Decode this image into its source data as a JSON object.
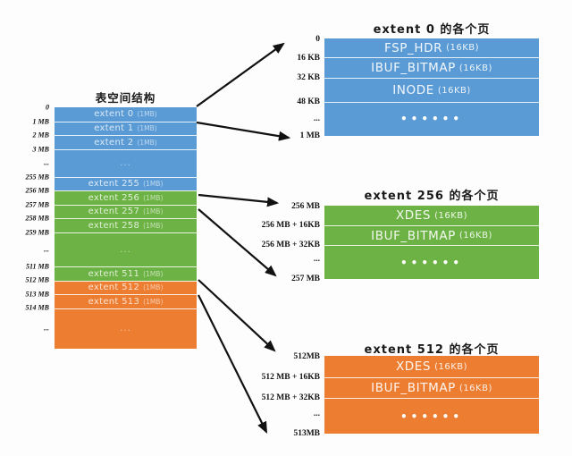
{
  "colors": {
    "blue": "#5B9BD5",
    "green": "#6CB244",
    "orange": "#ED7D31",
    "background": "#FDFDFD",
    "arrow": "#111111"
  },
  "left_panel": {
    "title": "表空间结构",
    "axis_labels": [
      "0",
      "1 MB",
      "2 MB",
      "3 MB",
      "...",
      "255 MB",
      "256 MB",
      "257 MB",
      "258 MB",
      "259 MB",
      "...",
      "511 MB",
      "512 MB",
      "513 MB",
      "514 MB",
      "..."
    ],
    "rows": [
      {
        "label": "extent 0",
        "size": "(1MB)"
      },
      {
        "label": "extent 1",
        "size": "(1MB)"
      },
      {
        "label": "extent 2",
        "size": "(1MB)"
      },
      {
        "label": "..."
      },
      {
        "label": "extent 255",
        "size": "(1MB)"
      },
      {
        "label": "extent 256",
        "size": "(1MB)"
      },
      {
        "label": "extent 257",
        "size": "(1MB)"
      },
      {
        "label": "extent 258",
        "size": "(1MB)"
      },
      {
        "label": "..."
      },
      {
        "label": "extent 511",
        "size": "(1MB)"
      },
      {
        "label": "extent 512",
        "size": "(1MB)"
      },
      {
        "label": "extent 513",
        "size": "(1MB)"
      },
      {
        "label": "..."
      }
    ]
  },
  "extent0_panel": {
    "title": "extent 0 的各个页",
    "axis_labels": [
      "0",
      "16 KB",
      "32 KB",
      "48 KB",
      "...",
      "1 MB"
    ],
    "rows": [
      {
        "label": "FSP_HDR",
        "size": "(16KB)"
      },
      {
        "label": "IBUF_BITMAP",
        "size": "(16KB)"
      },
      {
        "label": "INODE",
        "size": "(16KB)"
      },
      {
        "label": "••••••"
      }
    ]
  },
  "extent256_panel": {
    "title": "extent 256 的各个页",
    "axis_labels": [
      "256 MB",
      "256 MB + 16KB",
      "256 MB + 32KB",
      "...",
      "257 MB"
    ],
    "rows": [
      {
        "label": "XDES",
        "size": "(16KB)"
      },
      {
        "label": "IBUF_BITMAP",
        "size": "(16KB)"
      },
      {
        "label": "••••••"
      }
    ]
  },
  "extent512_panel": {
    "title": "extent 512 的各个页",
    "axis_labels": [
      "512MB",
      "512 MB + 16KB",
      "512 MB + 32KB",
      "...",
      "513MB"
    ],
    "rows": [
      {
        "label": "XDES",
        "size": "(16KB)"
      },
      {
        "label": "IBUF_BITMAP",
        "size": "(16KB)"
      },
      {
        "label": "••••••"
      }
    ]
  }
}
